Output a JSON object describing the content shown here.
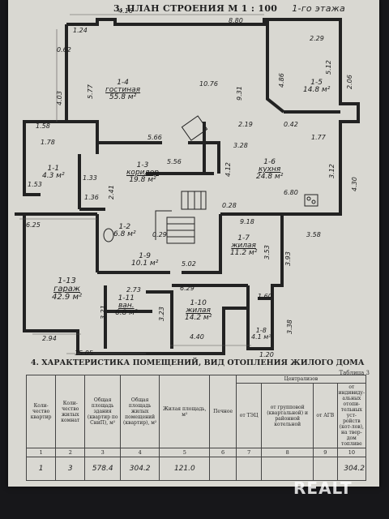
{
  "plan": {
    "title": "3. ПЛАН СТРОЕНИЯ М 1 : 100",
    "floor_note": "1-го этажа"
  },
  "rooms": [
    {
      "id": "1-4",
      "name": "гостиная",
      "area": "55.8 м²"
    },
    {
      "id": "1-5",
      "name": "",
      "area": "14.8 м²"
    },
    {
      "id": "1-3",
      "name": "коридор",
      "area": "19.8 м²"
    },
    {
      "id": "1-6",
      "name": "кухня",
      "area": "24.8 м²"
    },
    {
      "id": "1-1",
      "name": "",
      "area": "4.3 м²"
    },
    {
      "id": "1-2",
      "name": "",
      "area": "6.8 м²"
    },
    {
      "id": "1-7",
      "name": "жилая",
      "area": "11.2 м²"
    },
    {
      "id": "1-9",
      "name": "",
      "area": "10.1 м²"
    },
    {
      "id": "1-13",
      "name": "гараж",
      "area": "42.9 м²"
    },
    {
      "id": "1-11",
      "name": "ван.",
      "area": "6.8 м²"
    },
    {
      "id": "1-10",
      "name": "жилая",
      "area": "14.2 м²"
    },
    {
      "id": "1-8",
      "name": "",
      "area": "4.1 м²"
    }
  ],
  "dims": {
    "top1": "4.16",
    "top2": "8.80",
    "left_top": "1.24",
    "d062": "0.62",
    "d403": "4.03",
    "d577": "5.77",
    "d1076": "10.76",
    "d931": "9.31",
    "d229": "2.29",
    "d486": "4.86",
    "d512": "5.12",
    "d206": "2.06",
    "d158": "1.58",
    "d178": "1.78",
    "d566": "5.66",
    "d219": "2.19",
    "d042": "0.42",
    "d328": "3.28",
    "d177": "1.77",
    "d556": "5.56",
    "d412": "4.12",
    "d312": "3.12",
    "d430": "4.30",
    "d153": "1.53",
    "d133": "1.33",
    "d136": "1.36",
    "d241": "2.41",
    "d680": "6.80",
    "d625": "6.25",
    "d028": "0.28",
    "d358": "3.58",
    "d918": "9.18",
    "d353": "3.53",
    "d393": "3.93",
    "d502": "5.02",
    "d273": "2.73",
    "d629": "6.29",
    "d160": "1.60",
    "d321": "3.21",
    "d323": "3.23",
    "d338": "3.38",
    "d294": "2.94",
    "d440": "4.40",
    "d1505": "15.05",
    "d120": "1.20",
    "d029": "0.29"
  },
  "section4": {
    "title": "4. ХАРАКТЕРИСТИКА ПОМЕЩЕНИЙ, ВИД ОТОПЛЕНИЯ ЖИЛОГО ДОМА",
    "table_no": "Таблица 3",
    "headers": {
      "c1": "Коли-чество квартир",
      "c2": "Коли-чество жилых комнат",
      "c3": "Общая площадь здания (квартир по СниП), м²",
      "c4": "Общая площадь жилых помещений (квартир), м²",
      "c5": "Жилая площадь, м²",
      "c6": "Печное",
      "central": "Централизов",
      "c7": "от ТЭЦ",
      "c8": "от групповой (квартальной) и районной котельной",
      "c9": "от АГВ",
      "c10": "от индивиду-альных отопи-тельных уст-ройств (кот-лов), на твер-дом топливе"
    },
    "col_numbers": [
      "1",
      "2",
      "3",
      "4",
      "5",
      "6",
      "7",
      "8",
      "9",
      "10"
    ],
    "values": {
      "apartments": "1",
      "rooms": "3",
      "total_area": "578.4",
      "living_premises_area": "304.2",
      "living_area": "121.0",
      "solid_fuel": "304.2"
    }
  },
  "watermark": "REALT"
}
